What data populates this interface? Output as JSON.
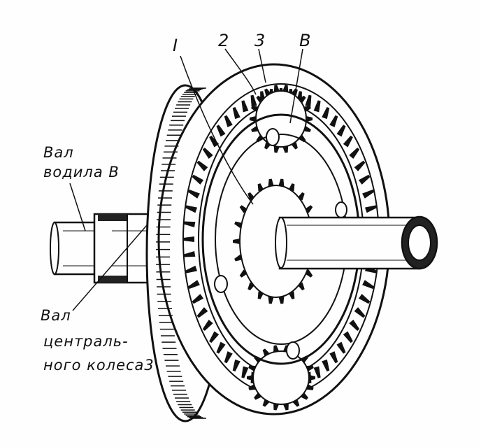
{
  "labels": {
    "part_1": "I",
    "part_2": "2",
    "part_3": "3",
    "part_b": "B",
    "carrier_shaft_line1": "Вал",
    "carrier_shaft_line2": "водила В",
    "sun_shaft_line1": "Вал",
    "sun_shaft_line2": "централь-",
    "sun_shaft_line3": "ного колеса3"
  },
  "colors": {
    "ink": "#111111",
    "paper": "#fefefe"
  }
}
